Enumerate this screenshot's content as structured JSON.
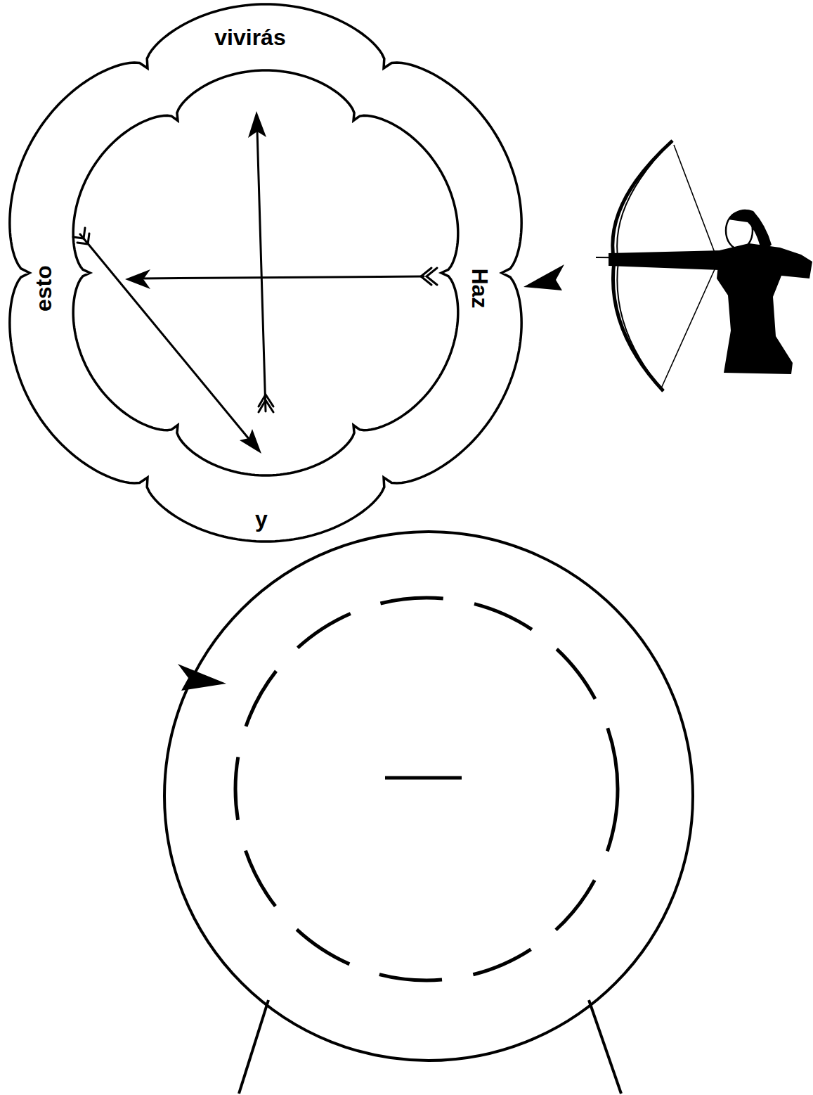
{
  "diagram": {
    "nodes": [
      {
        "text": [
          "Haz",
          "esto",
          "y",
          "vivirás"
        ]
      }
    ]
  }
}
